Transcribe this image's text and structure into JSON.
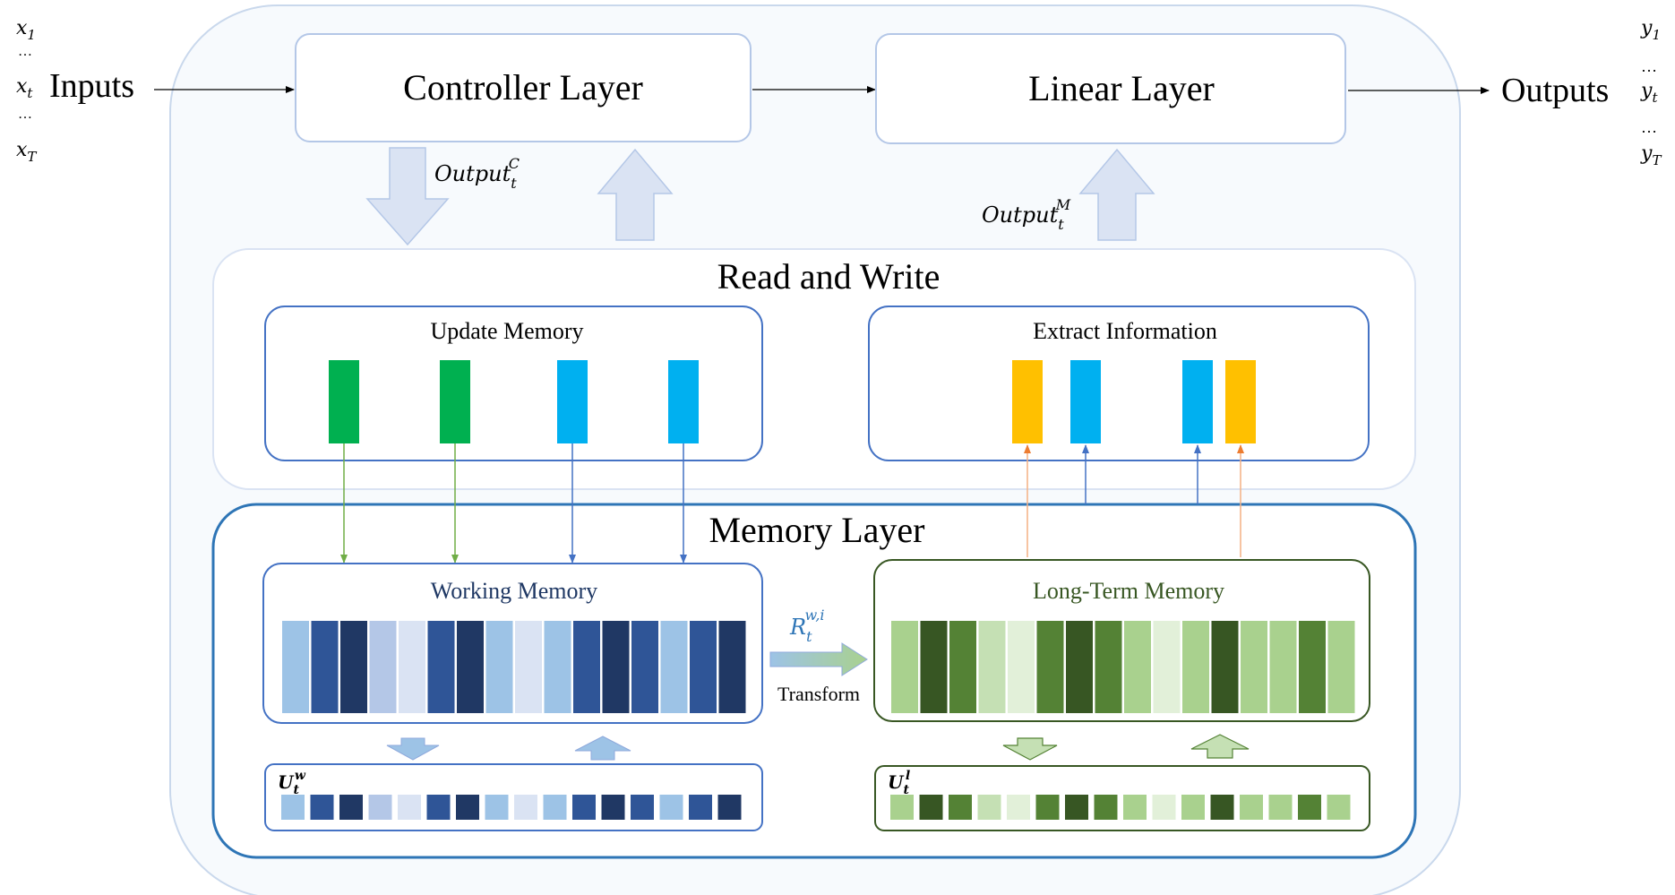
{
  "inputs": {
    "label": "Inputs",
    "x1": "x",
    "x1_sub": "1",
    "dots1": "…",
    "xt": "x",
    "xt_sub": "t",
    "dots2": "…",
    "xT": "x",
    "xT_sub": "T"
  },
  "outputs": {
    "label": "Outputs",
    "y1": "y",
    "y1_sub": "1",
    "dots1": "…",
    "yt": "y",
    "yt_sub": "t",
    "dots2": "…",
    "yT": "y",
    "yT_sub": "T"
  },
  "controller_layer": {
    "label": "Controller Layer"
  },
  "linear_layer": {
    "label": "Linear Layer"
  },
  "output_c": {
    "base": "Output",
    "sub": "t",
    "sup": "C"
  },
  "output_m": {
    "base": "Output",
    "sub": "t",
    "sup": "M"
  },
  "read_write": {
    "title": "Read and Write",
    "update_memory": "Update Memory",
    "extract_information": "Extract Information"
  },
  "memory_layer": {
    "title": "Memory Layer",
    "working_memory": "Working Memory",
    "long_term_memory": "Long-Term Memory",
    "transform_label": "Transform",
    "r_base": "R",
    "r_sub": "t",
    "r_sup": "w,i",
    "uw_base": "U",
    "uw_sub": "t",
    "uw_sup": "w",
    "ul_base": "U",
    "ul_sub": "t",
    "ul_sup": "l"
  },
  "colors": {
    "panel_border": "#c9d8ec",
    "panel_fill": "#f7fafd",
    "box_blue": "#4472c4",
    "box_green": "#385723",
    "update_green": "#00b050",
    "cyan": "#00b0f0",
    "gold": "#ffc000",
    "arrow_green": "#70ad47",
    "arrow_blue": "#4472c4",
    "arrow_orange": "#f4b183",
    "big_arrow_fill": "#dae3f3",
    "big_arrow_stroke": "#b4c7e7",
    "working_title": "#1f3864",
    "ltm_title": "#385723",
    "working_cells": [
      "#9dc3e6",
      "#2f5597",
      "#203864",
      "#b4c7e7",
      "#dae3f3",
      "#2f5597",
      "#203864",
      "#9dc3e6",
      "#dae3f3",
      "#9dc3e6",
      "#2f5597",
      "#203864",
      "#2f5597",
      "#9dc3e6",
      "#2f5597",
      "#203864"
    ],
    "ltm_cells": [
      "#a9d18e",
      "#375623",
      "#548235",
      "#c5e0b4",
      "#e2f0d9",
      "#548235",
      "#375623",
      "#548235",
      "#a9d18e",
      "#e2f0d9",
      "#a9d18e",
      "#375623",
      "#a9d18e",
      "#a9d18e",
      "#548235",
      "#a9d18e"
    ]
  }
}
